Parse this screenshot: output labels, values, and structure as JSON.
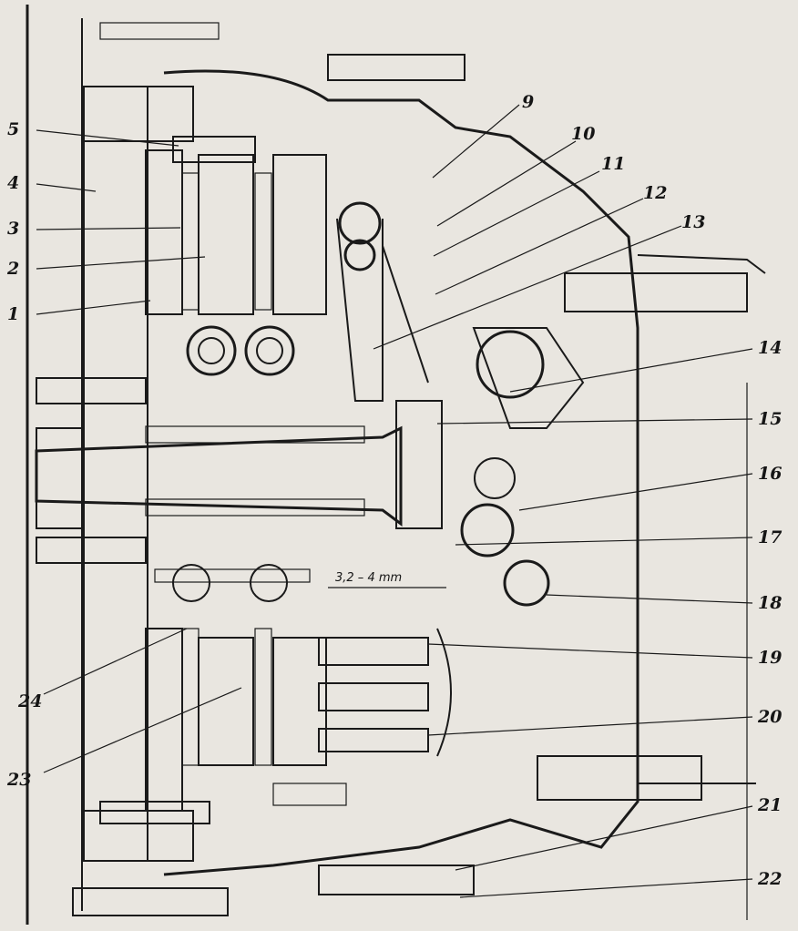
{
  "diagram": {
    "labels": [
      "1",
      "2",
      "3",
      "4",
      "5",
      "9",
      "10",
      "11",
      "12",
      "13",
      "14",
      "15",
      "16",
      "17",
      "18",
      "19",
      "20",
      "21",
      "22",
      "23",
      "24"
    ],
    "dimension_text": "3,2 – 4 mm"
  },
  "colors": {
    "paper": "#e9e6e0",
    "ink": "#1a1a1a",
    "hatch": "#555555"
  }
}
